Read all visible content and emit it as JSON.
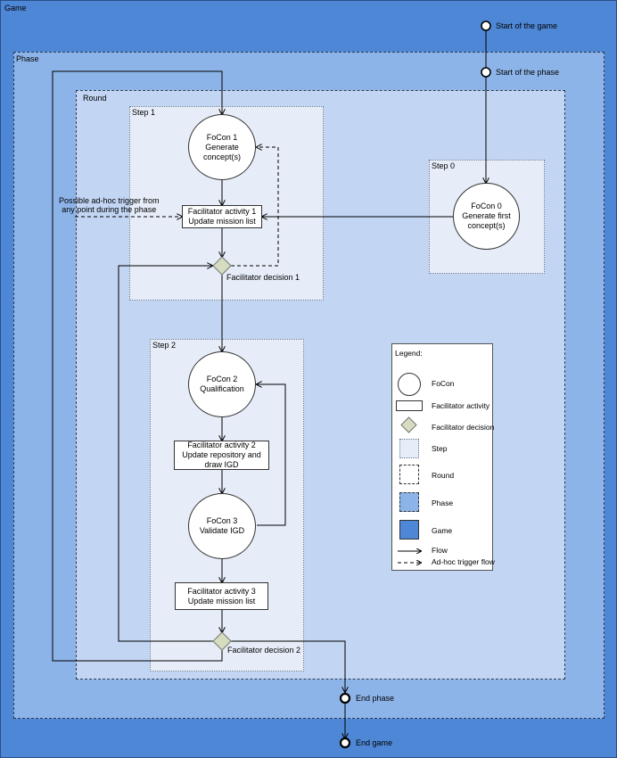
{
  "containers": {
    "game": "Game",
    "phase": "Phase",
    "round": "Round",
    "step0": "Step 0",
    "step1": "Step 1",
    "step2": "Step 2"
  },
  "nodes": {
    "focon1": "FoCon 1\nGenerate\nconcept(s)",
    "focon0": "FoCon 0\nGenerate first\nconcept(s)",
    "focon2": "FoCon 2\nQualification",
    "focon3": "FoCon 3\nValidate IGD",
    "activity1": "Facilitator activity 1\nUpdate mission list",
    "activity2": "Facilitator activity 2\nUpdate repository and\ndraw IGD",
    "activity3": "Facilitator activity 3\nUpdate mission list",
    "decision1": "Facilitator decision 1",
    "decision2": "Facilitator decision 2"
  },
  "terminals": {
    "start_game": "Start of the game",
    "start_phase": "Start of the phase",
    "end_phase": "End phase",
    "end_game": "End game"
  },
  "annotation": "Possible ad-hoc trigger from\nany point during the phase",
  "legend": {
    "title": "Legend:",
    "items": [
      {
        "label": "FoCon",
        "shape": "circle"
      },
      {
        "label": "Facilitator activity",
        "shape": "rectangle"
      },
      {
        "label": "Facilitator decision",
        "shape": "diamond"
      },
      {
        "label": "Step",
        "shape": "step-box"
      },
      {
        "label": "Round",
        "shape": "round-box"
      },
      {
        "label": "Phase",
        "shape": "phase-box"
      },
      {
        "label": "Game",
        "shape": "game-box"
      },
      {
        "label": "Flow",
        "shape": "solid-arrow"
      },
      {
        "label": "Ad-hoc trigger flow",
        "shape": "dashed-arrow"
      }
    ]
  },
  "colors": {
    "game": "#4e87d5",
    "phase": "#8db4e9",
    "round": "#c2d5f3",
    "step": "#e6edf8",
    "decision": "#d6dcc0"
  }
}
